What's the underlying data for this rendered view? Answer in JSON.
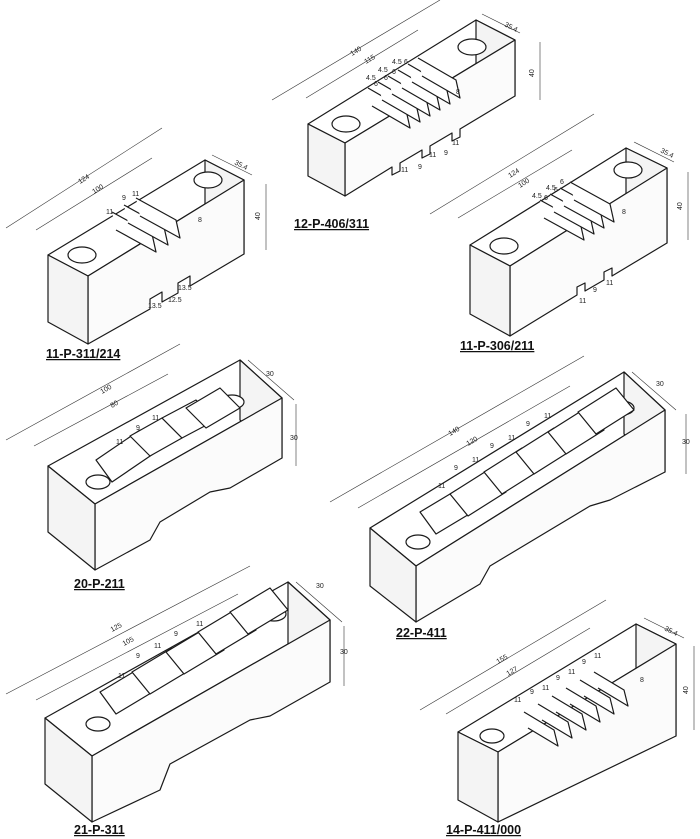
{
  "parts": [
    {
      "id": "p1",
      "label": "12-P-406/311",
      "dims": [
        "140",
        "115",
        "35.4",
        "40",
        "4.5",
        "4.5",
        "4.5",
        "6",
        "6",
        "6",
        "6",
        "8",
        "11",
        "11",
        "9",
        "9",
        "11"
      ]
    },
    {
      "id": "p2",
      "label": "11-P-311/214",
      "dims": [
        "124",
        "100",
        "35.4",
        "40",
        "9",
        "11",
        "11",
        "8",
        "13.5",
        "12.5",
        "13.5"
      ]
    },
    {
      "id": "p3",
      "label": "11-P-306/211",
      "dims": [
        "124",
        "100",
        "35.4",
        "40",
        "4.5",
        "4.5",
        "6",
        "6",
        "6",
        "8",
        "11",
        "9",
        "11"
      ]
    },
    {
      "id": "p4",
      "label": "20-P-211",
      "dims": [
        "100",
        "80",
        "30",
        "30",
        "11",
        "9",
        "11"
      ]
    },
    {
      "id": "p5",
      "label": "22-P-411",
      "dims": [
        "140",
        "120",
        "30",
        "30",
        "11",
        "9",
        "11",
        "9",
        "11",
        "9",
        "11"
      ]
    },
    {
      "id": "p6",
      "label": "21-P-311",
      "dims": [
        "125",
        "105",
        "30",
        "30",
        "11",
        "9",
        "11",
        "9",
        "11"
      ]
    },
    {
      "id": "p7",
      "label": "14-P-411/000",
      "dims": [
        "155",
        "127",
        "35.4",
        "40",
        "11",
        "9",
        "11",
        "9",
        "11",
        "9",
        "11",
        "8"
      ]
    }
  ]
}
